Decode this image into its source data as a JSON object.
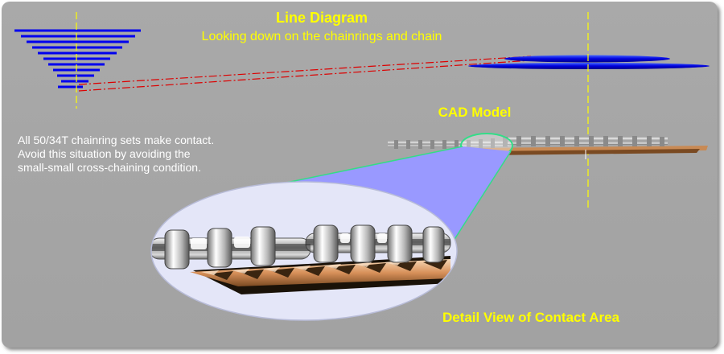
{
  "diagram": {
    "title": "Line Diagram",
    "subtitle": "Looking down on the chainrings and chain",
    "cad_label": "CAD Model",
    "detail_label": "Detail View of Contact Area",
    "note_lines": [
      "All 50/34T chainring sets make contact.",
      "Avoid this situation by avoiding the",
      "small-small cross-chaining condition."
    ]
  },
  "colors": {
    "background": "#a6a6a6",
    "text_highlight": "#ffff00",
    "text_note": "#ffffff",
    "cassette_lines": "#0000ee",
    "chain_line": "#dd0000",
    "centerline": "#ffff00",
    "detail_wedge": "#9999ff",
    "detail_outline": "#33dd88",
    "detail_ellipse": "#e4e6f8"
  }
}
